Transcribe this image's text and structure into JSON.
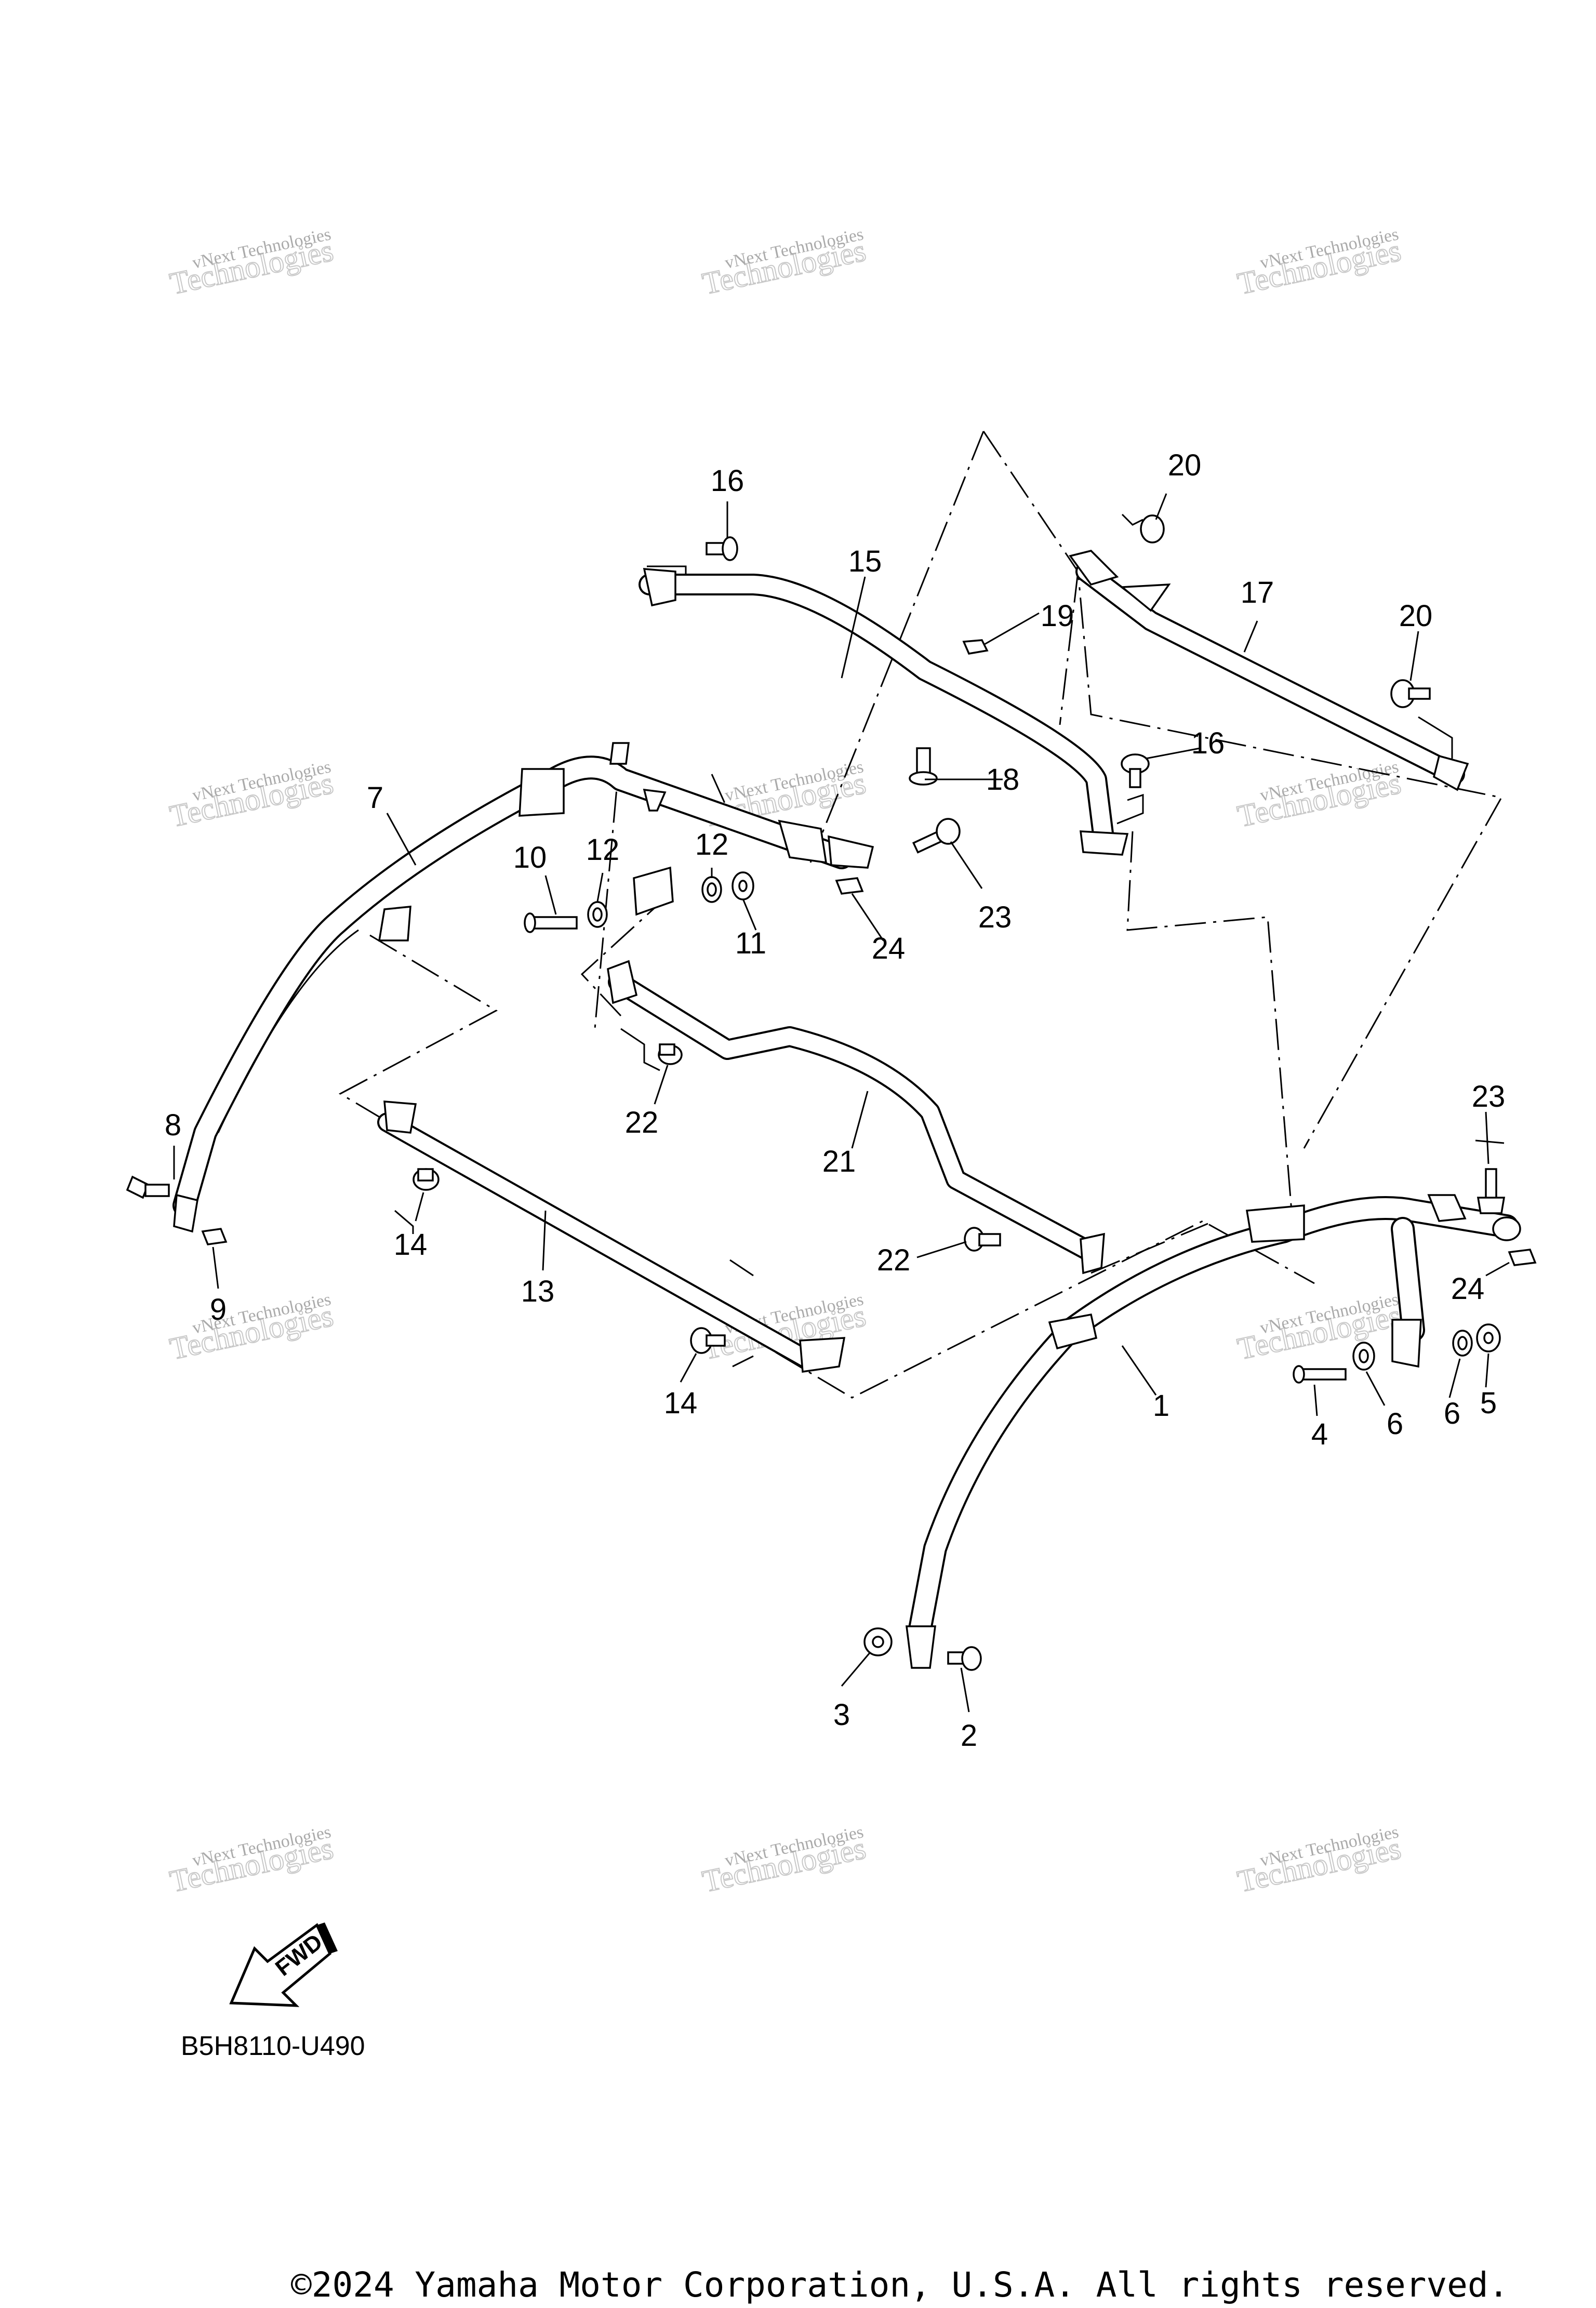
{
  "diagram": {
    "part_code": "B5H8110-U490",
    "copyright": "©2024 Yamaha Motor Corporation, U.S.A. All rights reserved.",
    "direction_label": "FWD",
    "watermark": {
      "line1": "vNext Technologies",
      "line2": "Technologies"
    },
    "callouts": [
      "1",
      "2",
      "3",
      "4",
      "5",
      "6",
      "6",
      "7",
      "8",
      "9",
      "10",
      "11",
      "12",
      "12",
      "13",
      "14",
      "14",
      "15",
      "16",
      "16",
      "17",
      "18",
      "19",
      "20",
      "20",
      "21",
      "22",
      "22",
      "23",
      "23",
      "24",
      "24"
    ]
  }
}
